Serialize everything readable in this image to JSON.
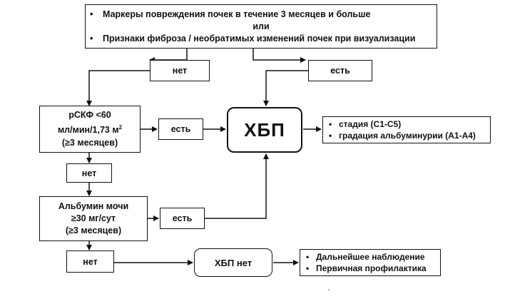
{
  "top": {
    "item1": "Маркеры повреждения почек в течение 3 месяцев и больше",
    "or": "или",
    "item2": "Признаки фиброза / необратимых изменений почек при визуализации",
    "bullet": "•"
  },
  "no_top": "нет",
  "yes_top": "есть",
  "egfr": {
    "line1": "рСКФ <60",
    "line2": "мл/мин/1,73 м",
    "sup": "2",
    "line3": "(≥3 месяцев)"
  },
  "yes_egfr": "есть",
  "ckd": "ХБП",
  "ckd_outcomes": {
    "items": [
      "стадия (С1-С5)",
      "градация альбуминурии (А1-А4)"
    ],
    "bullet": "•"
  },
  "no_egfr": "нет",
  "albumin": {
    "line1": "Альбумин мочи",
    "line2": "≥30 мг/сут",
    "line3": "(≥3 месяцев)"
  },
  "yes_albumin": "есть",
  "no_albumin": "нет",
  "no_ckd": "ХБП нет",
  "no_ckd_actions": {
    "items": [
      "Дальнейшее наблюдение",
      "Первичная профилактика"
    ],
    "bullet": "•"
  }
}
